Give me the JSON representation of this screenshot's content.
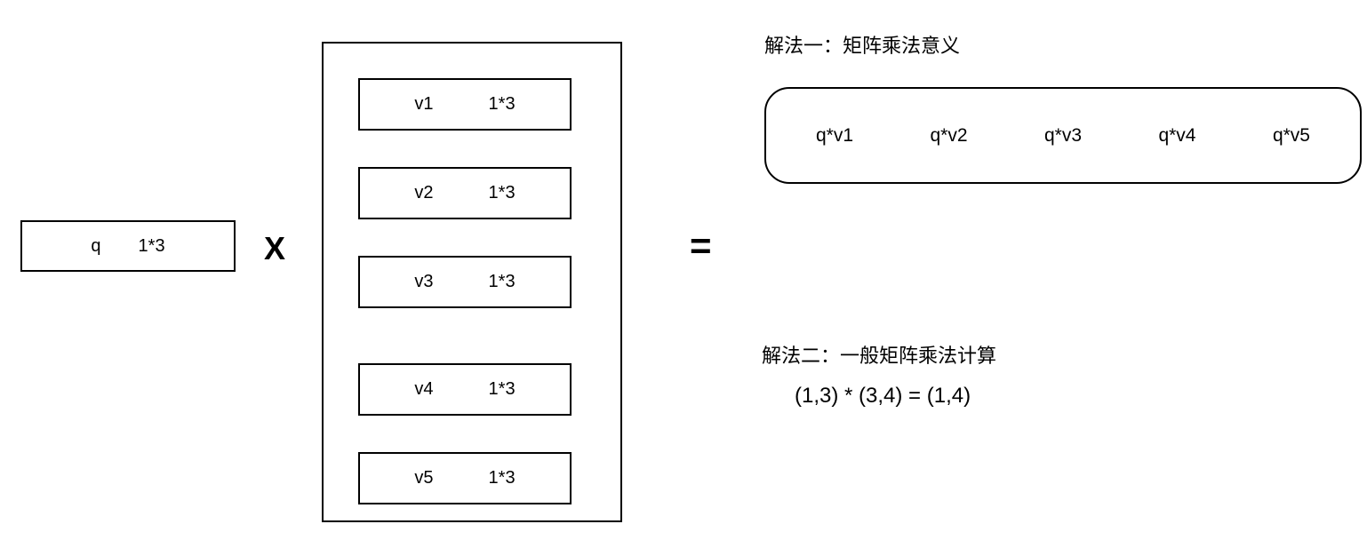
{
  "operands": {
    "q_box": {
      "name": "q",
      "dims": "1*3"
    },
    "multiply_sign": "X",
    "equals_sign": "=",
    "v_rows": [
      {
        "name": "v1",
        "dims": "1*3"
      },
      {
        "name": "v2",
        "dims": "1*3"
      },
      {
        "name": "v3",
        "dims": "1*3"
      },
      {
        "name": "v4",
        "dims": "1*3"
      },
      {
        "name": "v5",
        "dims": "1*3"
      }
    ]
  },
  "solution1": {
    "title": "解法一：矩阵乘法意义",
    "results": [
      "q*v1",
      "q*v2",
      "q*v3",
      "q*v4",
      "q*v5"
    ]
  },
  "solution2": {
    "title": "解法二：一般矩阵乘法计算",
    "formula": "(1,3) * (3,4) = (1,4)"
  },
  "colors": {
    "stroke": "#000000",
    "background": "#ffffff"
  }
}
